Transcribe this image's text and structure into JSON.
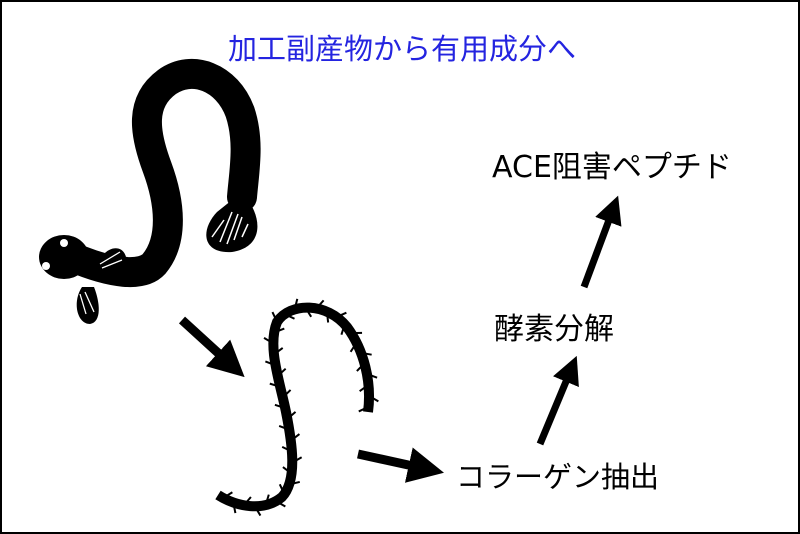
{
  "title": "加工副産物から有用成分へ",
  "steps": {
    "extraction": "コラーゲン抽出",
    "digestion": "酵素分解",
    "product": "ACE阻害ペプチド"
  },
  "colors": {
    "title": "#2424e0",
    "ink": "#000000"
  }
}
